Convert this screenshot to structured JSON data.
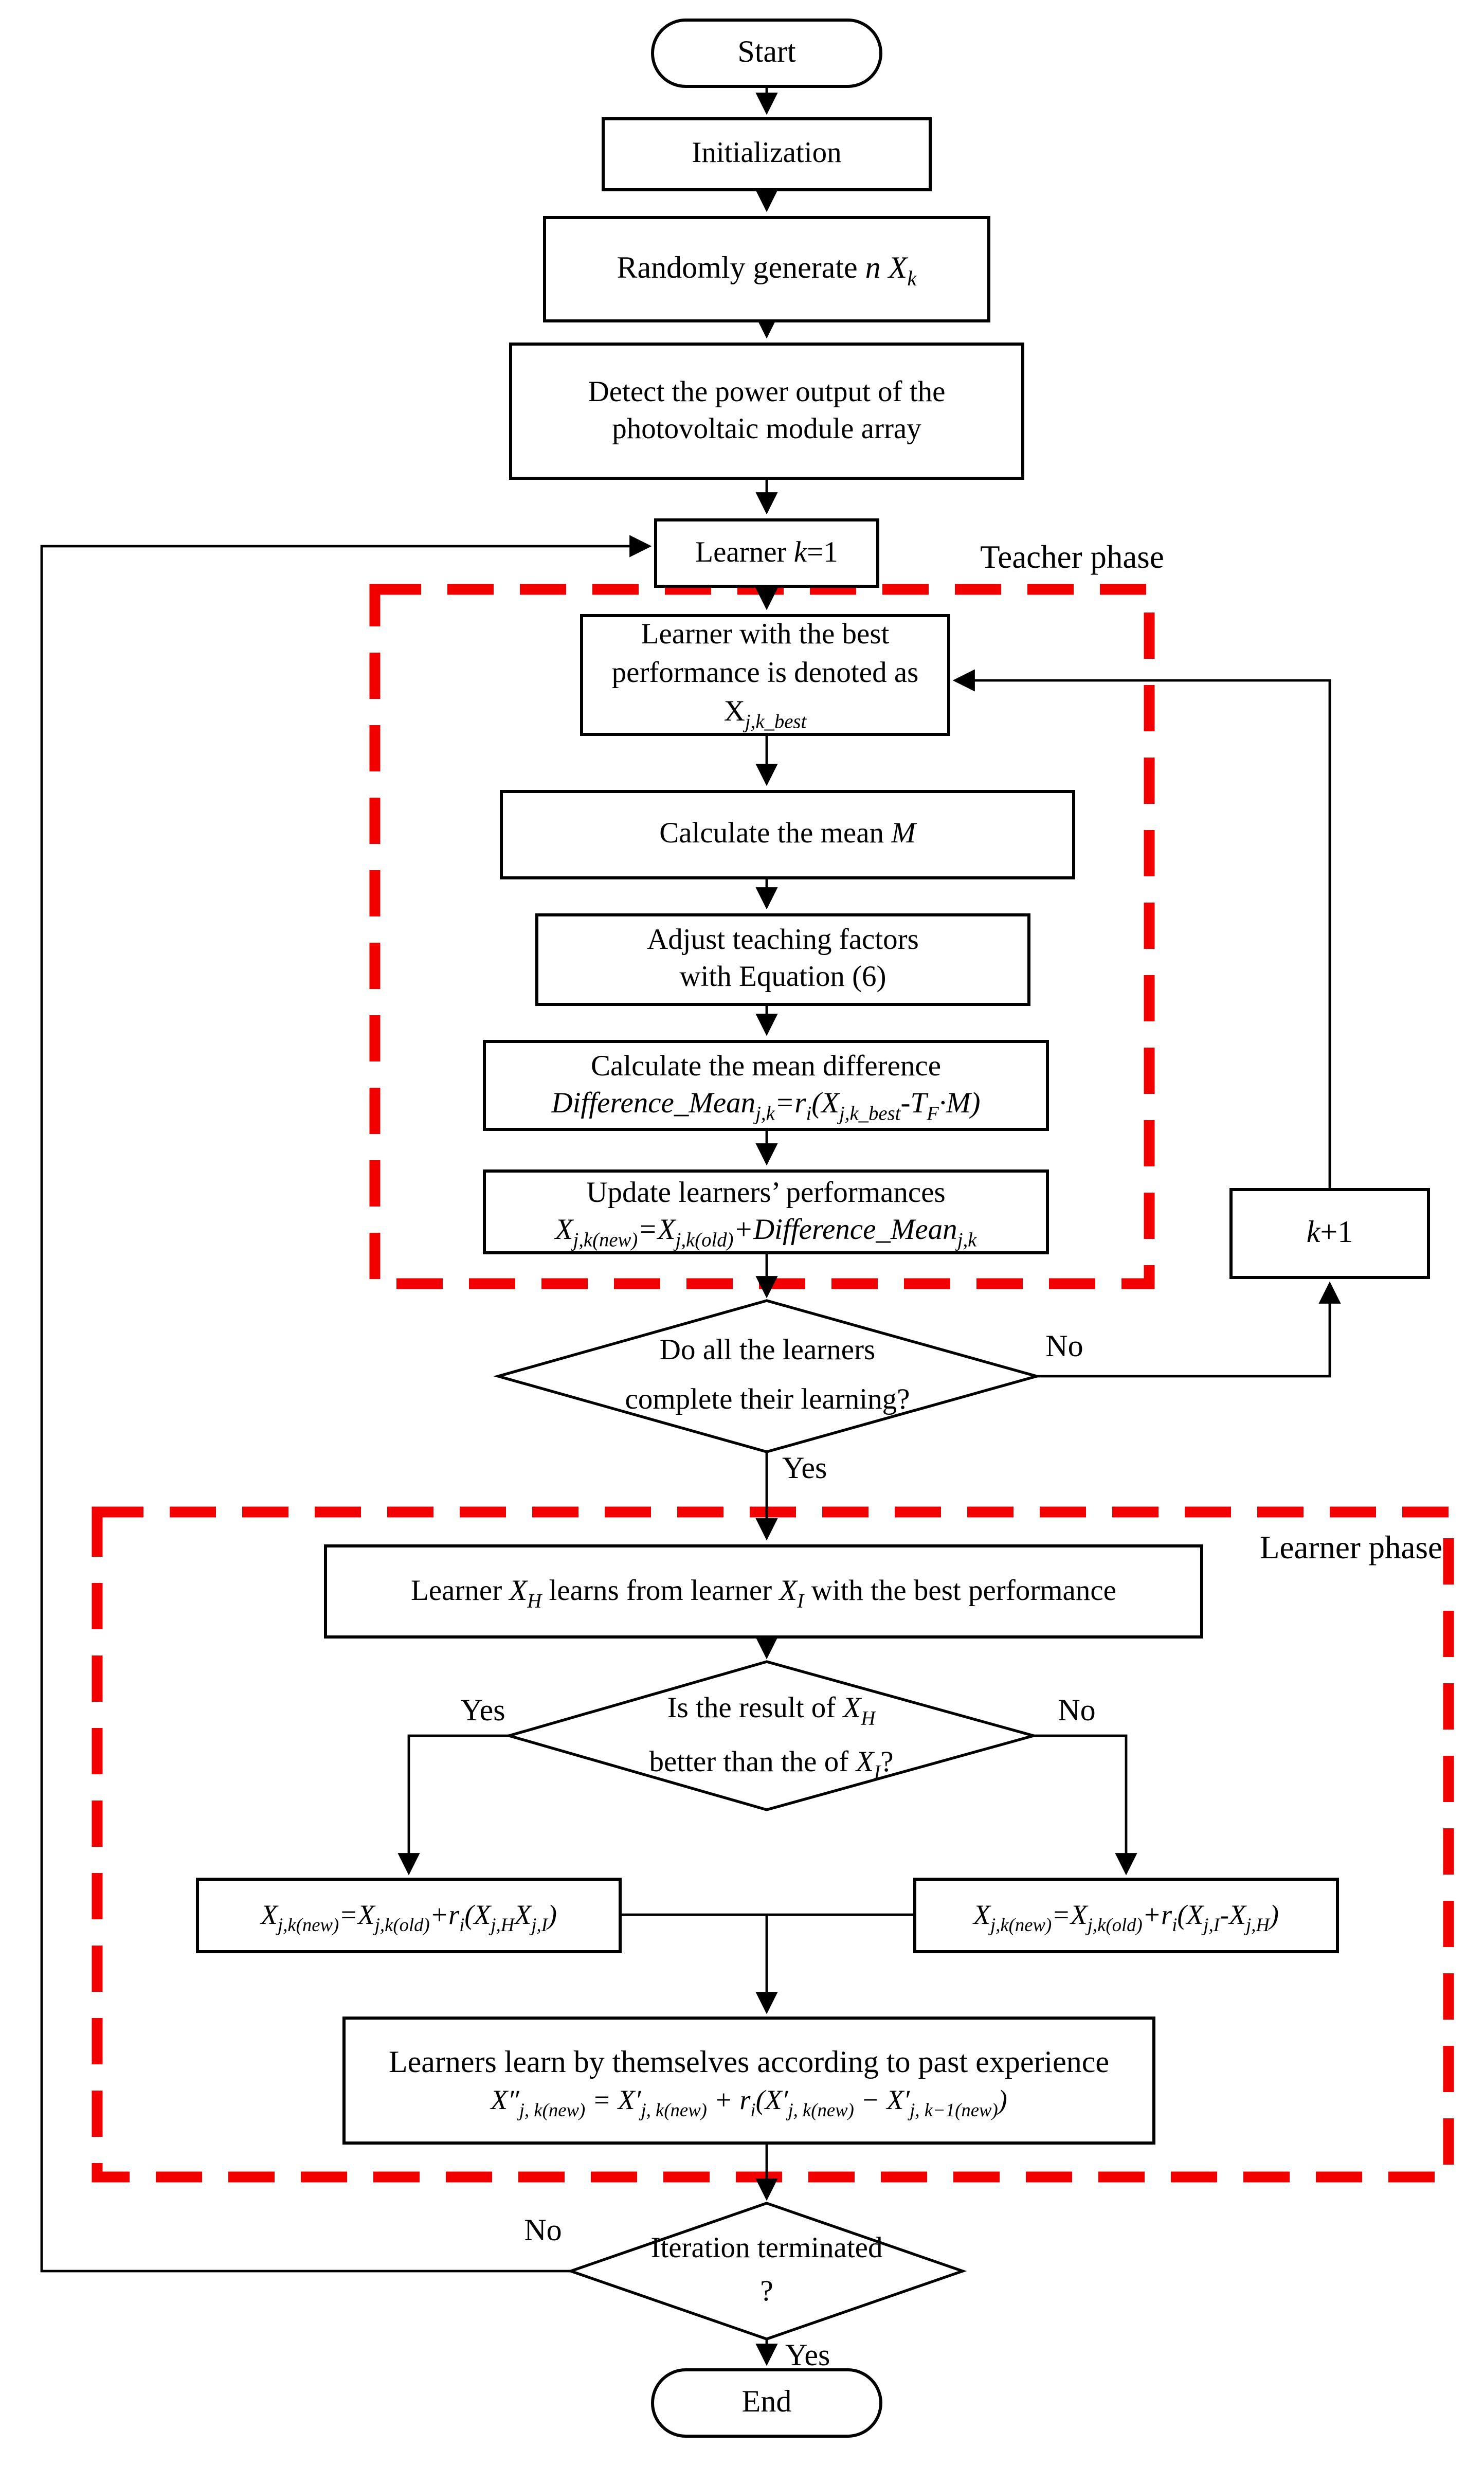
{
  "palette": {
    "line": "#000000",
    "phase_border": "#f20000",
    "background": "#ffffff",
    "text": "#000000"
  },
  "phases": {
    "teacher": {
      "label": "Teacher phase"
    },
    "learner": {
      "label": "Learner phase"
    }
  },
  "nodes": {
    "start": {
      "label": "Start"
    },
    "initialization": {
      "label": "Initialization"
    },
    "random_generate": {
      "label": "Randomly generate *n X*_{*k*}"
    },
    "detect_power": {
      "line1": "Detect the power output of the",
      "line2": "photovoltaic module array"
    },
    "learner_k1": {
      "label": "Learner *k*=1"
    },
    "best_learner": {
      "line1": "Learner with the best",
      "line2": "performance is denoted as",
      "line3": "X_{*j,k_best*}"
    },
    "calc_mean": {
      "label": "Calculate the mean *M*"
    },
    "adjust_factors": {
      "line1": "Adjust teaching factors",
      "line2": "with Equation (6)"
    },
    "calc_difference": {
      "line1": "Calculate the mean difference",
      "line2": "Difference_Mean_{j,k}=r_{i}(X_{j,k_best}-T_{F}·M)"
    },
    "update_performance": {
      "line1": "Update learners’ performances",
      "line2": "X_{j,k(new)}=X_{j,k(old)}+Difference_Mean_{j,k}"
    },
    "decision_all_learners": {
      "line1": "Do all the learners",
      "line2": "complete their learning?"
    },
    "k_plus_1": {
      "label": "*k*+1"
    },
    "learner_xh": {
      "label": "Learner *X*_{*H*} learns from learner *X*_{*I*} with the best performance"
    },
    "decision_xh_better": {
      "line1": "Is the result of *X*_{*H*}",
      "line2": "better than the of *X*_{*I*}?"
    },
    "eq_yes": {
      "label": "X_{j,k(new)}=X_{j,k(old)}+r_{i}(X_{j,H}X_{j,I})"
    },
    "eq_no": {
      "label": "X_{j,k(new)}=X_{j,k(old)}+r_{i}(X_{j,I}-X_{j,H})"
    },
    "self_learning": {
      "line1": "Learners learn by themselves according to past experience",
      "line2": "X″_{j, k(new)} = X′_{j, k(new)} + r_{i}(X′_{j, k(new)} − X′_{j, k−1(new)})"
    },
    "decision_iteration": {
      "line1": "Iteration terminated",
      "line2": "?"
    },
    "end": {
      "label": "End"
    }
  },
  "edges": {
    "all_learners_no": "No",
    "all_learners_yes": "Yes",
    "xh_better_yes": "Yes",
    "xh_better_no": "No",
    "iteration_no": "No",
    "iteration_yes": "Yes"
  }
}
